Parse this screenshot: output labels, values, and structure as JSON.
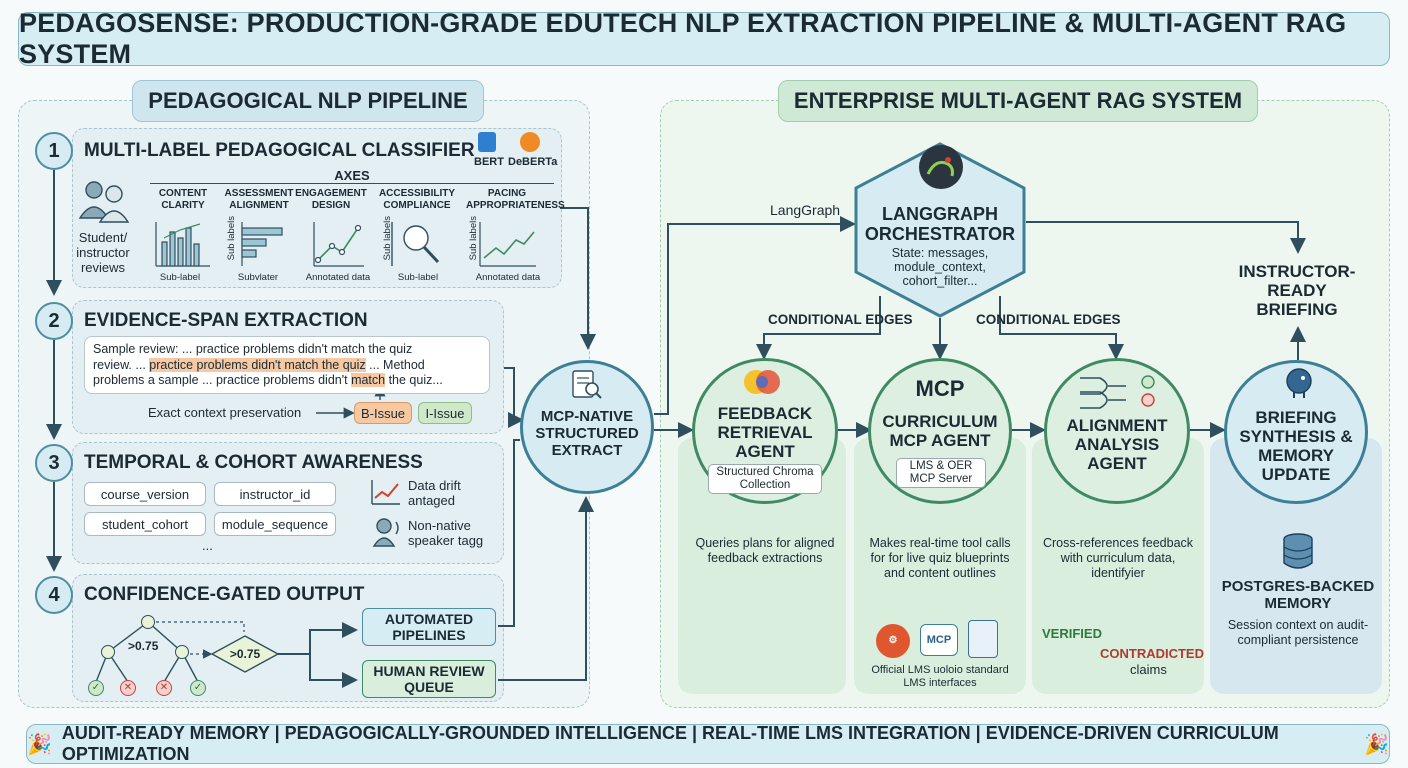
{
  "title": "PEDAGOSENSE: PRODUCTION-GRADE EDUTECH NLP EXTRACTION PIPELINE & MULTI-AGENT RAG SYSTEM",
  "left_panel": {
    "heading": "PEDAGOGICAL NLP PIPELINE",
    "step1": {
      "num": "1",
      "title": "MULTI-LABEL PEDAGOGICAL CLASSIFIER",
      "models": [
        "BERT",
        "DeBERTa"
      ],
      "axes_label": "AXES",
      "input_label": "Student/ instructor reviews",
      "axes": [
        {
          "name": "CONTENT CLARITY",
          "caption": "Sub-label"
        },
        {
          "name": "ASSESSMENT ALIGNMENT",
          "caption": "Subvlater"
        },
        {
          "name": "ENGAGEMENT DESIGN",
          "caption": "Annotated data"
        },
        {
          "name": "ACCESSIBILITY COMPLIANCE",
          "caption": "Sub-label"
        },
        {
          "name": "PACING APPROPRIATENESS",
          "caption": "Annotated data"
        }
      ],
      "side_label": "Sub labels"
    },
    "step2": {
      "num": "2",
      "title": "EVIDENCE-SPAN EXTRACTION",
      "line1": "Sample review:  ... practice problems didn't match the quiz",
      "line2a": "review. ... ",
      "line2b": "practice problems didn't match the quiz",
      "line2c": " ... Method",
      "line3a": "problems a sample ... practice problems didn't ",
      "line3b": "match",
      "line3c": " the quiz...",
      "context_label": "Exact context preservation",
      "b_issue": "B-Issue",
      "i_issue": "I-Issue"
    },
    "step3": {
      "num": "3",
      "title": "TEMPORAL & COHORT AWARENESS",
      "fields": [
        "course_version",
        "instructor_id",
        "student_cohort",
        "module_sequence"
      ],
      "ellipsis": "...",
      "drift_label": "Data drift antaged",
      "speaker_label": "Non-native speaker tagg"
    },
    "step4": {
      "num": "4",
      "title": "CONFIDENCE-GATED OUTPUT",
      "threshold1": ">0.75",
      "threshold2": ">0.75",
      "automated": "AUTOMATED PIPELINES",
      "human": "HUMAN REVIEW QUEUE"
    },
    "mcp_extract": "MCP-NATIVE STRUCTURED EXTRACT"
  },
  "right_panel": {
    "heading": "ENTERPRISE MULTI-AGENT RAG SYSTEM",
    "langgraph_label": "LangGraph",
    "orchestrator": {
      "title": "LANGGRAPH ORCHESTRATOR",
      "state": "State: messages, module_context, cohort_filter..."
    },
    "conditional_left": "CONDITIONAL EDGES",
    "conditional_right": "CONDITIONAL EDGES",
    "briefing_top": "INSTRUCTOR-READY BRIEFING",
    "agents": [
      {
        "title": "FEEDBACK RETRIEVAL AGENT",
        "badge": "Structured Chroma Collection",
        "desc": "Queries plans for aligned feedback extractions"
      },
      {
        "title": "CURRICULUM MCP AGENT",
        "top": "MCP",
        "badge": "LMS & OER MCP Server",
        "desc": "Makes real-time tool calls for for live quiz blueprints and content outlines",
        "foot": "Official LMS uoloio standard LMS interfaces",
        "icon_text": "MCP"
      },
      {
        "title": "ALIGNMENT ANALYSIS AGENT",
        "desc": "Cross-references feedback with curriculum data, identifyier",
        "verified": "VERIFIED",
        "contradicted": "CONTRADICTED",
        "claims": "claims"
      },
      {
        "title": "BRIEFING SYNTHESIS & MEMORY UPDATE",
        "memory_title": "POSTGRES-BACKED MEMORY",
        "memory_desc": "Session context on audit-compliant persistence"
      }
    ]
  },
  "footer": "AUDIT-READY MEMORY | PEDAGOGICALLY-GROUNDED INTELLIGENCE | REAL-TIME LMS INTEGRATION | EVIDENCE-DRIVEN CURRICULUM OPTIMIZATION"
}
